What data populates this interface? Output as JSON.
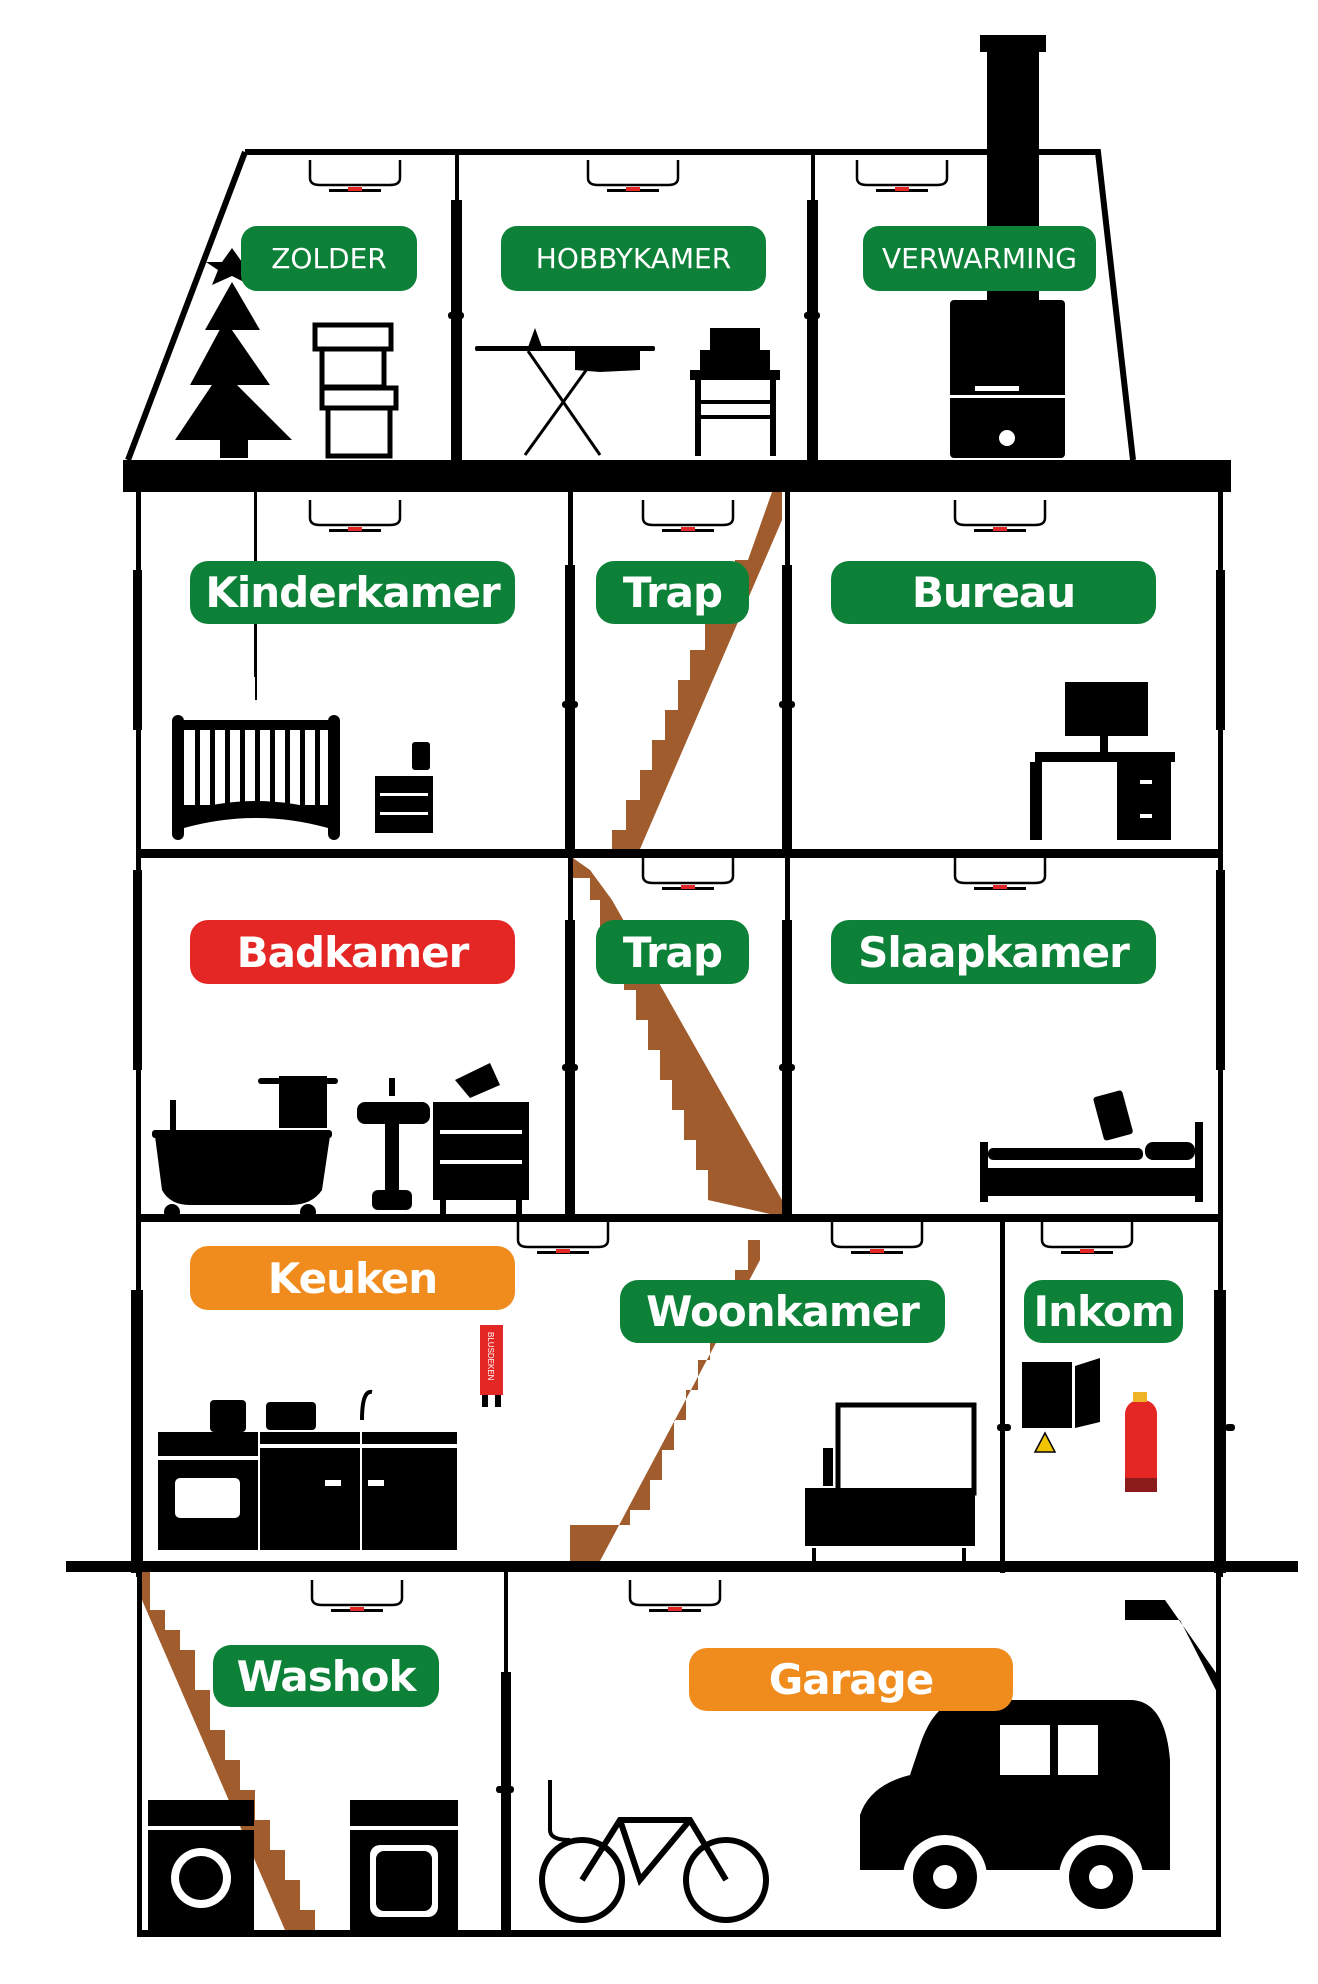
{
  "title": "Huis met kamers en rookmelders",
  "colors": {
    "safe": "#0e8138",
    "warning": "#f08c1e",
    "danger": "#e42625",
    "stairs": "#a05c2c",
    "structure": "#000000",
    "detector_led": "#e42625"
  },
  "rooms": [
    {
      "id": "zolder",
      "label": "ZOLDER",
      "status": "safe",
      "floor": "attic"
    },
    {
      "id": "hobbykamer",
      "label": "HOBBYKAMER",
      "status": "safe",
      "floor": "attic"
    },
    {
      "id": "verwarming",
      "label": "VERWARMING",
      "status": "safe",
      "floor": "attic"
    },
    {
      "id": "kinderkamer",
      "label": "Kinderkamer",
      "status": "safe",
      "floor": "second"
    },
    {
      "id": "trap-2",
      "label": "Trap",
      "status": "safe",
      "floor": "second"
    },
    {
      "id": "bureau",
      "label": "Bureau",
      "status": "safe",
      "floor": "second"
    },
    {
      "id": "badkamer",
      "label": "Badkamer",
      "status": "danger",
      "floor": "first"
    },
    {
      "id": "trap-1",
      "label": "Trap",
      "status": "safe",
      "floor": "first"
    },
    {
      "id": "slaapkamer",
      "label": "Slaapkamer",
      "status": "safe",
      "floor": "first"
    },
    {
      "id": "keuken",
      "label": "Keuken",
      "status": "warning",
      "floor": "ground"
    },
    {
      "id": "woonkamer",
      "label": "Woonkamer",
      "status": "safe",
      "floor": "ground"
    },
    {
      "id": "inkom",
      "label": "Inkom",
      "status": "safe",
      "floor": "ground"
    },
    {
      "id": "washok",
      "label": "Washok",
      "status": "safe",
      "floor": "basement"
    },
    {
      "id": "garage",
      "label": "Garage",
      "status": "warning",
      "floor": "basement"
    }
  ],
  "fire_blanket_label": "BLUSDEKEN"
}
